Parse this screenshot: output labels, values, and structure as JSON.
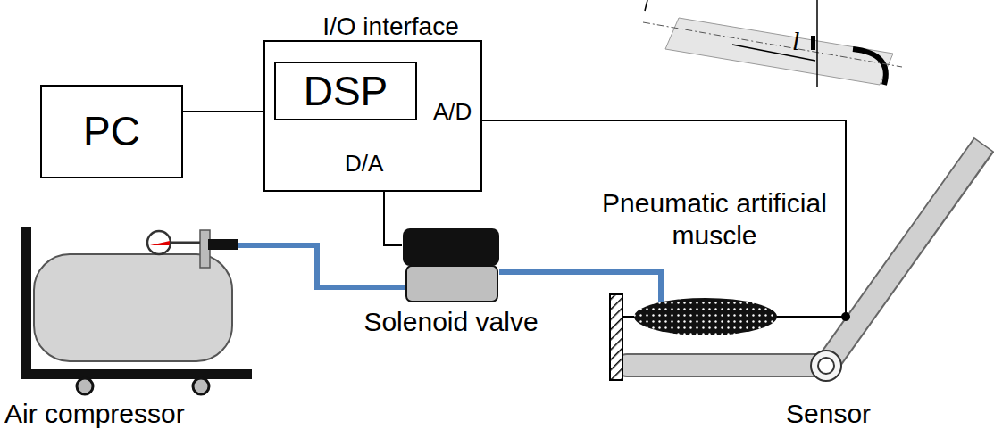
{
  "diagram": {
    "nodes": [
      {
        "text": [
          "PC"
        ]
      },
      {
        "text": [
          "I/O interface"
        ]
      },
      {
        "text": [
          "DSP"
        ],
        "in": 1
      },
      {
        "text": [
          "Solenoid valve"
        ]
      }
    ],
    "edges": [
      {
        "from": 0,
        "to": 2,
        "arrow": "none"
      },
      {
        "from": 1,
        "to": 3,
        "arrow": "none"
      }
    ],
    "labels": [
      "A/D",
      "D/A",
      "Pneumatic artificial muscle",
      "Air compressor",
      "Sensor",
      "l"
    ]
  }
}
